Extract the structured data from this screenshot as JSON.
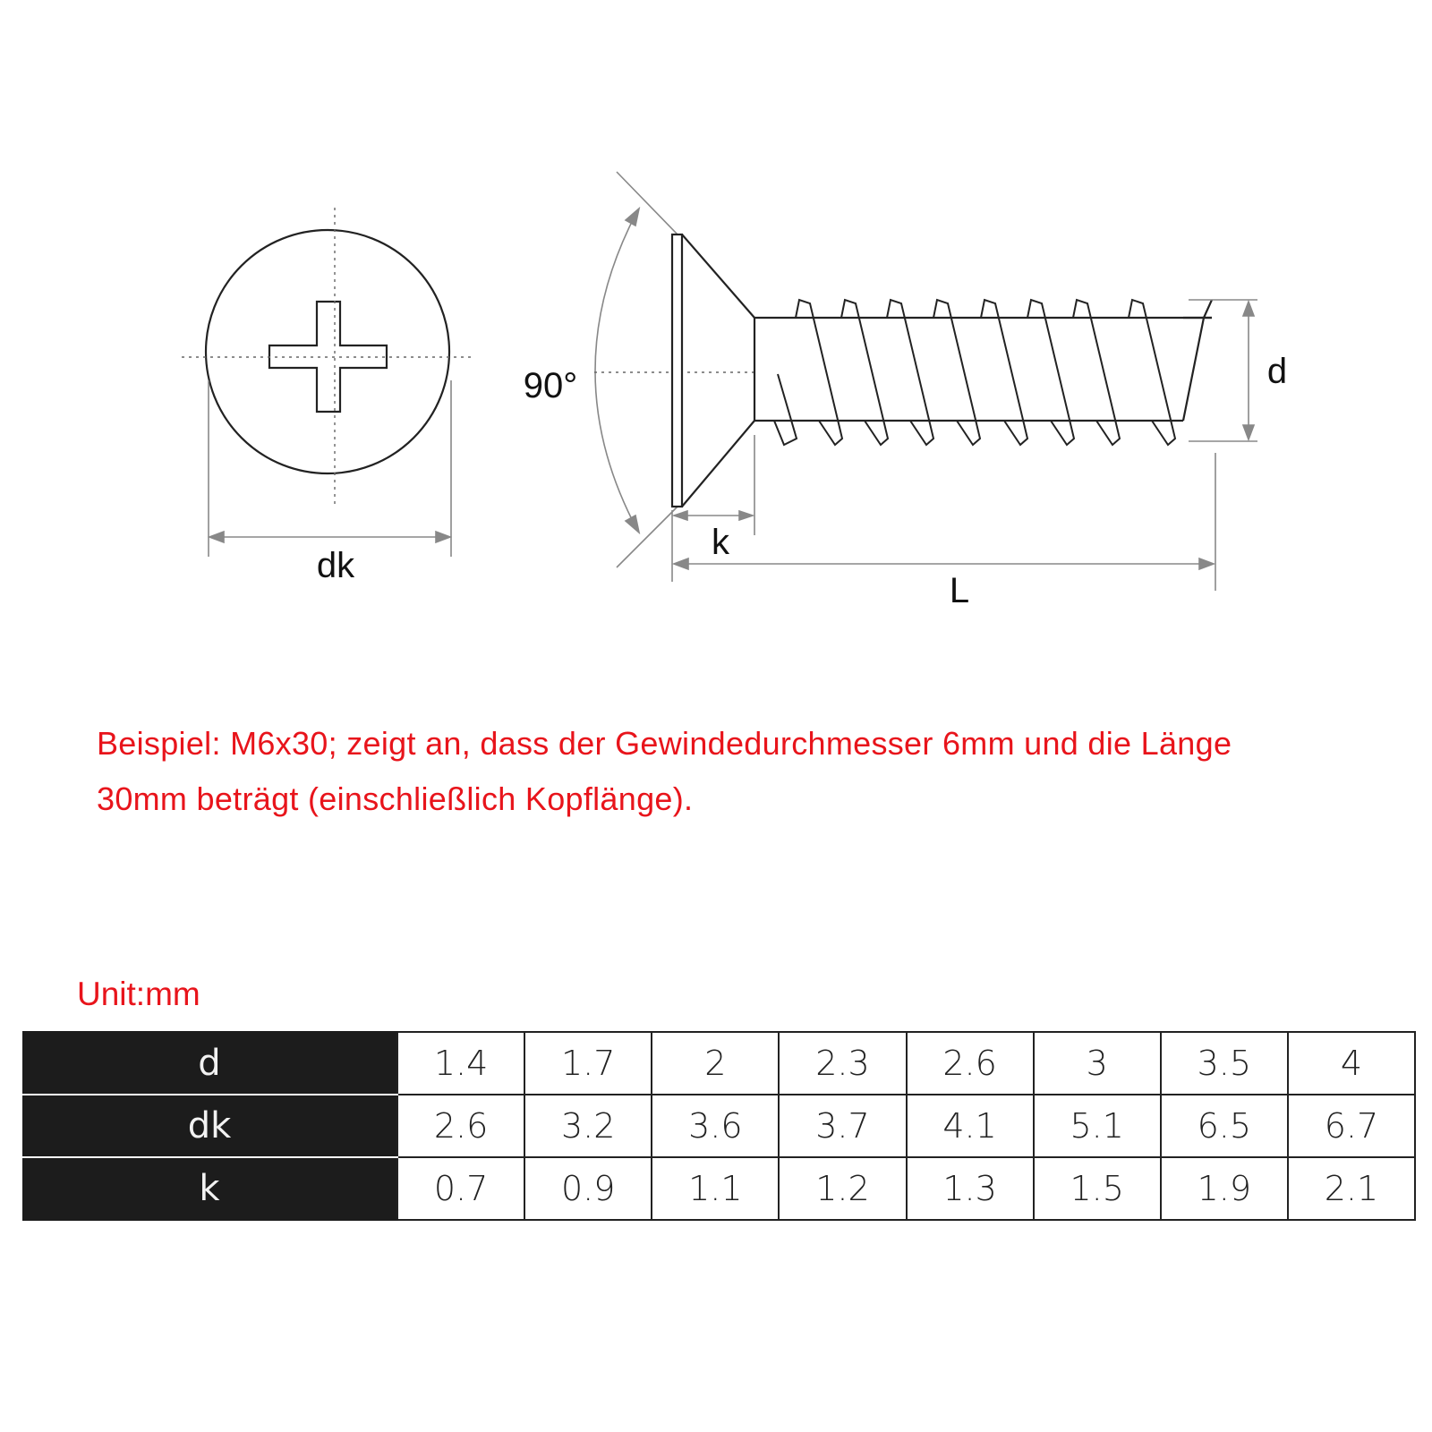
{
  "diagram": {
    "labels": {
      "dk": "dk",
      "angle": "90°",
      "k": "k",
      "L": "L",
      "d": "d"
    }
  },
  "description": {
    "example_line1": "Beispiel: M6x30; zeigt an, dass der Gewindedurchmesser 6mm und die Länge",
    "example_line2": "30mm beträgt (einschließlich Kopflänge)."
  },
  "unit_label": "Unit:mm",
  "colors": {
    "accent_red": "#e8141b",
    "header_dark": "#1c1c1c",
    "line": "#222222"
  },
  "table": {
    "rows": [
      {
        "header": "d",
        "values": [
          "1.4",
          "1.7",
          "2",
          "2.3",
          "2.6",
          "3",
          "3.5",
          "4"
        ]
      },
      {
        "header": "dk",
        "values": [
          "2.6",
          "3.2",
          "3.6",
          "3.7",
          "4.1",
          "5.1",
          "6.5",
          "6.7"
        ]
      },
      {
        "header": "k",
        "values": [
          "0.7",
          "0.9",
          "1.1",
          "1.2",
          "1.3",
          "1.5",
          "1.9",
          "2.1"
        ]
      }
    ]
  }
}
